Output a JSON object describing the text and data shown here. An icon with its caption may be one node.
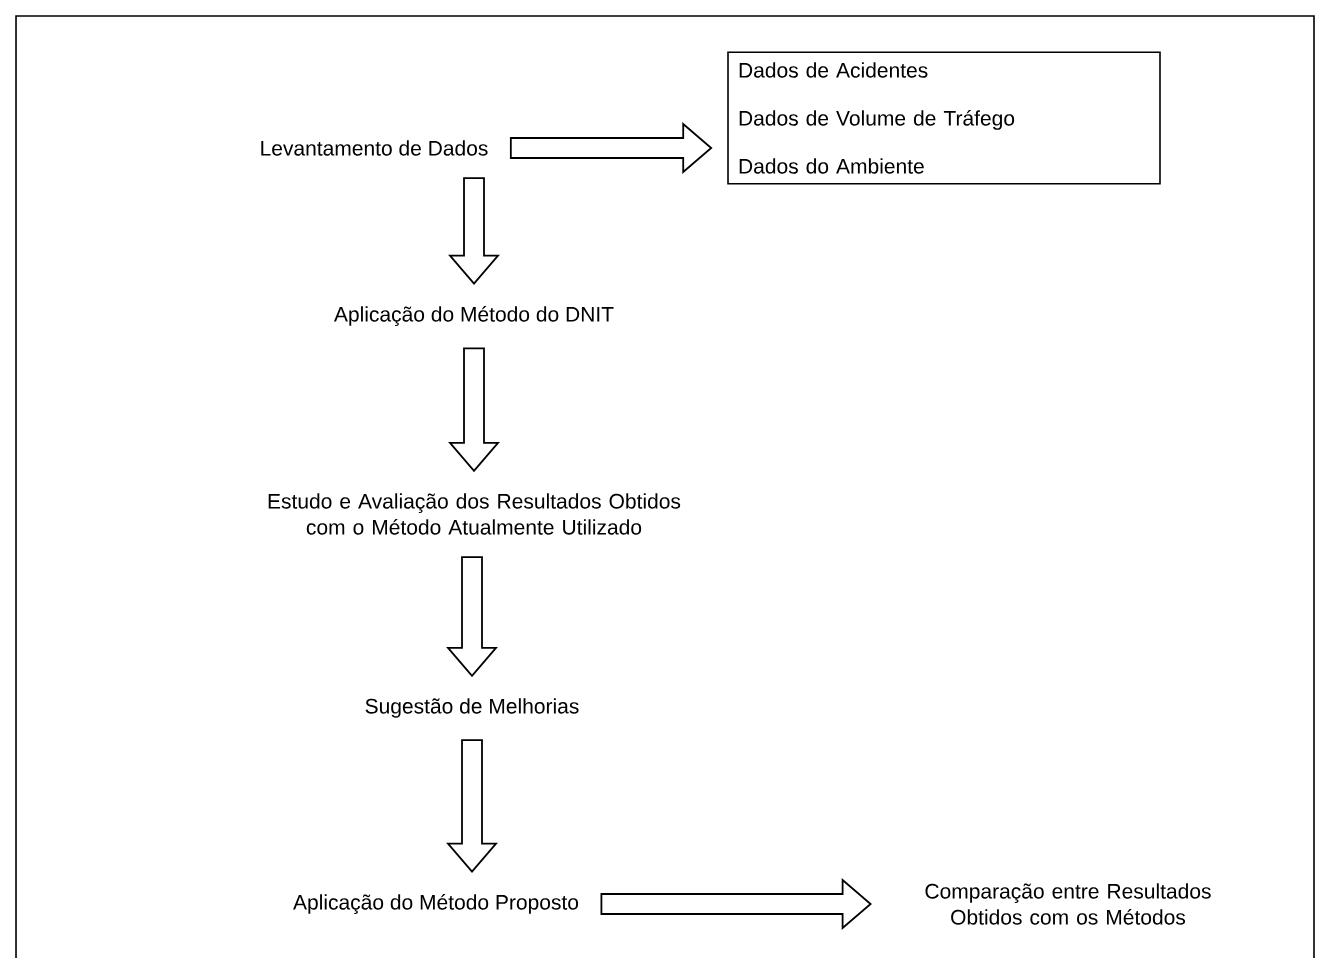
{
  "diagram": {
    "nodes": [
      {
        "text": [
          "Levantamento de Dados"
        ]
      },
      {
        "text": [
          "Dados de Acidentes",
          "Dados de Volume de Tráfego",
          "Dados do Ambiente"
        ]
      },
      {
        "text": [
          "Aplicação do Método do DNIT"
        ]
      },
      {
        "text": [
          "Estudo e Avaliação dos Resultados Obtidos com o Método Atualmente Utilizado"
        ]
      },
      {
        "text": [
          "Sugestão de Melhorias"
        ]
      },
      {
        "text": [
          "Aplicação do Método Proposto"
        ]
      },
      {
        "text": [
          "Comparação entre Resultados Obtidos com os Métodos"
        ]
      }
    ],
    "edges": [
      {
        "from": 0,
        "to": 1,
        "arrow": "to"
      },
      {
        "from": 0,
        "to": 2,
        "arrow": "to"
      },
      {
        "from": 2,
        "to": 3,
        "arrow": "to"
      },
      {
        "from": 3,
        "to": 4,
        "arrow": "to"
      },
      {
        "from": 4,
        "to": 5,
        "arrow": "to"
      },
      {
        "from": 5,
        "to": 6,
        "arrow": "to"
      }
    ]
  }
}
